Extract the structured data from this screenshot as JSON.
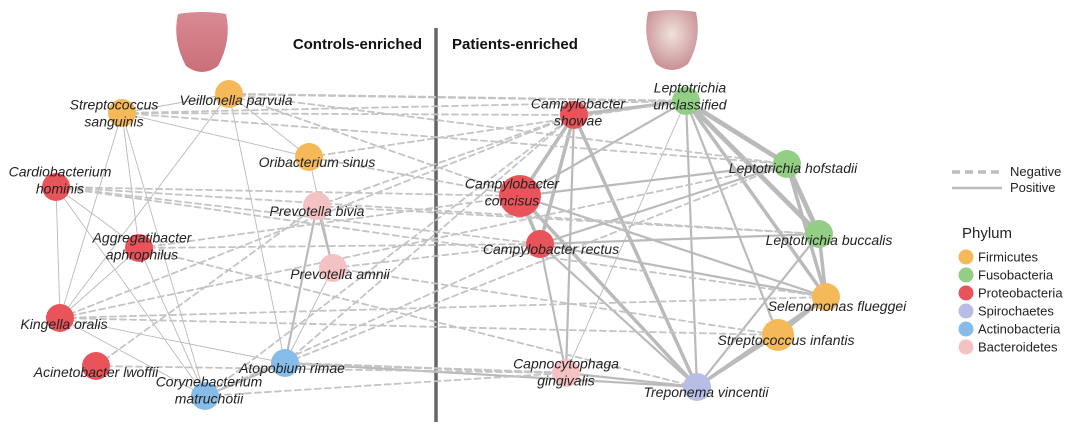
{
  "headers": {
    "left": "Controls-enriched",
    "right": "Patients-enriched"
  },
  "images": {
    "left": "healthy-tongue-photo",
    "right": "patient-tongue-photo"
  },
  "legend": {
    "edge_types": [
      {
        "key": "negative",
        "label": "Negative",
        "style": "dashed"
      },
      {
        "key": "positive",
        "label": "Positive",
        "style": "solid"
      }
    ],
    "phylum_title": "Phylum",
    "phyla": [
      {
        "key": "firmicutes",
        "label": "Firmicutes",
        "color": "#f5b95a"
      },
      {
        "key": "fusobacteria",
        "label": "Fusobacteria",
        "color": "#92cf85"
      },
      {
        "key": "proteobacteria",
        "label": "Proteobacteria",
        "color": "#e8545a"
      },
      {
        "key": "spirochaetes",
        "label": "Spirochaetes",
        "color": "#b8bde6"
      },
      {
        "key": "actinobacteria",
        "label": "Actinobacteria",
        "color": "#86bde8"
      },
      {
        "key": "bacteroidetes",
        "label": "Bacteroidetes",
        "color": "#f5c2c4"
      }
    ]
  },
  "nodes": [
    {
      "id": "streptococcus_sanguinis",
      "label": [
        "Streptococcus",
        "sanguinis"
      ],
      "phylum": "firmicutes",
      "size": "medium"
    },
    {
      "id": "veillonella_parvula",
      "label": [
        "Veillonella parvula"
      ],
      "phylum": "firmicutes",
      "size": "medium"
    },
    {
      "id": "oribacterium_sinus",
      "label": [
        "Oribacterium sinus"
      ],
      "phylum": "firmicutes",
      "size": "medium"
    },
    {
      "id": "cardiobacterium_hominis",
      "label": [
        "Cardiobacterium",
        "hominis"
      ],
      "phylum": "proteobacteria",
      "size": "medium"
    },
    {
      "id": "prevotella_bivia",
      "label": [
        "Prevotella bivia"
      ],
      "phylum": "bacteroidetes",
      "size": "medium"
    },
    {
      "id": "aggregatibacter_aphrophilus",
      "label": [
        "Aggregatibacter",
        "aphrophilus"
      ],
      "phylum": "proteobacteria",
      "size": "medium"
    },
    {
      "id": "prevotella_amnii",
      "label": [
        "Prevotella amnii"
      ],
      "phylum": "bacteroidetes",
      "size": "medium"
    },
    {
      "id": "kingella_oralis",
      "label": [
        "Kingella oralis"
      ],
      "phylum": "proteobacteria",
      "size": "medium"
    },
    {
      "id": "acinetobacter_lwoffii",
      "label": [
        "Acinetobacter lwoffii"
      ],
      "phylum": "proteobacteria",
      "size": "medium"
    },
    {
      "id": "atopobium_rimae",
      "label": [
        "Atopobium rimae"
      ],
      "phylum": "actinobacteria",
      "size": "medium"
    },
    {
      "id": "corynebacterium_matruchotii",
      "label": [
        "Corynebacterium",
        "matruchotii"
      ],
      "phylum": "actinobacteria",
      "size": "medium"
    },
    {
      "id": "campylobacter_showae",
      "label": [
        "Campylobacter",
        "showae"
      ],
      "phylum": "proteobacteria",
      "size": "medium"
    },
    {
      "id": "leptotrichia_unclassified",
      "label": [
        "Leptotrichia",
        "unclassified"
      ],
      "phylum": "fusobacteria",
      "size": "medium"
    },
    {
      "id": "leptotrichia_hofstadii",
      "label": [
        "Leptotrichia hofstadii"
      ],
      "phylum": "fusobacteria",
      "size": "medium"
    },
    {
      "id": "campylobacter_concisus",
      "label": [
        "Campylobacter",
        "concisus"
      ],
      "phylum": "proteobacteria",
      "size": "large"
    },
    {
      "id": "leptotrichia_buccalis",
      "label": [
        "Leptotrichia buccalis"
      ],
      "phylum": "fusobacteria",
      "size": "medium"
    },
    {
      "id": "campylobacter_rectus",
      "label": [
        "Campylobacter rectus"
      ],
      "phylum": "proteobacteria",
      "size": "medium"
    },
    {
      "id": "selenomonas_flueggei",
      "label": [
        "Selenomonas flueggei"
      ],
      "phylum": "firmicutes",
      "size": "medium"
    },
    {
      "id": "streptococcus_infantis",
      "label": [
        "Streptococcus infantis"
      ],
      "phylum": "firmicutes",
      "size": "large"
    },
    {
      "id": "capnocytophaga_gingivalis",
      "label": [
        "Capnocytophaga",
        "gingivalis"
      ],
      "phylum": "bacteroidetes",
      "size": "medium"
    },
    {
      "id": "treponema_vincentii",
      "label": [
        "Treponema vincentii"
      ],
      "phylum": "spirochaetes",
      "size": "medium"
    }
  ],
  "edges": [
    {
      "source": "streptococcus_sanguinis",
      "target": "veillonella_parvula",
      "type": "positive",
      "weight": 1
    },
    {
      "source": "streptococcus_sanguinis",
      "target": "oribacterium_sinus",
      "type": "positive",
      "weight": 1
    },
    {
      "source": "streptococcus_sanguinis",
      "target": "kingella_oralis",
      "type": "positive",
      "weight": 1
    },
    {
      "source": "streptococcus_sanguinis",
      "target": "aggregatibacter_aphrophilus",
      "type": "positive",
      "weight": 1
    },
    {
      "source": "streptococcus_sanguinis",
      "target": "corynebacterium_matruchotii",
      "type": "positive",
      "weight": 1
    },
    {
      "source": "veillonella_parvula",
      "target": "oribacterium_sinus",
      "type": "positive",
      "weight": 1
    },
    {
      "source": "veillonella_parvula",
      "target": "atopobium_rimae",
      "type": "positive",
      "weight": 1
    },
    {
      "source": "veillonella_parvula",
      "target": "kingella_oralis",
      "type": "positive",
      "weight": 1
    },
    {
      "source": "cardiobacterium_hominis",
      "target": "aggregatibacter_aphrophilus",
      "type": "positive",
      "weight": 1
    },
    {
      "source": "cardiobacterium_hominis",
      "target": "kingella_oralis",
      "type": "positive",
      "weight": 1
    },
    {
      "source": "cardiobacterium_hominis",
      "target": "corynebacterium_matruchotii",
      "type": "positive",
      "weight": 1
    },
    {
      "source": "aggregatibacter_aphrophilus",
      "target": "kingella_oralis",
      "type": "positive",
      "weight": 1
    },
    {
      "source": "aggregatibacter_aphrophilus",
      "target": "corynebacterium_matruchotii",
      "type": "positive",
      "weight": 1
    },
    {
      "source": "kingella_oralis",
      "target": "corynebacterium_matruchotii",
      "type": "positive",
      "weight": 1
    },
    {
      "source": "kingella_oralis",
      "target": "atopobium_rimae",
      "type": "positive",
      "weight": 1
    },
    {
      "source": "prevotella_bivia",
      "target": "prevotella_amnii",
      "type": "positive",
      "weight": 2
    },
    {
      "source": "prevotella_bivia",
      "target": "atopobium_rimae",
      "type": "positive",
      "weight": 2
    },
    {
      "source": "prevotella_amnii",
      "target": "atopobium_rimae",
      "type": "positive",
      "weight": 1
    },
    {
      "source": "atopobium_rimae",
      "target": "corynebacterium_matruchotii",
      "type": "positive",
      "weight": 2
    },
    {
      "source": "oribacterium_sinus",
      "target": "prevotella_amnii",
      "type": "positive",
      "weight": 1
    },
    {
      "source": "leptotrichia_unclassified",
      "target": "leptotrichia_hofstadii",
      "type": "positive",
      "weight": 4
    },
    {
      "source": "leptotrichia_unclassified",
      "target": "leptotrichia_buccalis",
      "type": "positive",
      "weight": 4
    },
    {
      "source": "leptotrichia_unclassified",
      "target": "selenomonas_flueggei",
      "type": "positive",
      "weight": 3
    },
    {
      "source": "leptotrichia_unclassified",
      "target": "campylobacter_showae",
      "type": "positive",
      "weight": 3
    },
    {
      "source": "leptotrichia_unclassified",
      "target": "campylobacter_concisus",
      "type": "positive",
      "weight": 2
    },
    {
      "source": "leptotrichia_unclassified",
      "target": "treponema_vincentii",
      "type": "positive",
      "weight": 2
    },
    {
      "source": "leptotrichia_unclassified",
      "target": "streptococcus_infantis",
      "type": "positive",
      "weight": 2
    },
    {
      "source": "leptotrichia_hofstadii",
      "target": "leptotrichia_buccalis",
      "type": "positive",
      "weight": 4
    },
    {
      "source": "leptotrichia_hofstadii",
      "target": "selenomonas_flueggei",
      "type": "positive",
      "weight": 3
    },
    {
      "source": "leptotrichia_hofstadii",
      "target": "campylobacter_concisus",
      "type": "positive",
      "weight": 2
    },
    {
      "source": "leptotrichia_hofstadii",
      "target": "campylobacter_rectus",
      "type": "positive",
      "weight": 2
    },
    {
      "source": "leptotrichia_buccalis",
      "target": "selenomonas_flueggei",
      "type": "positive",
      "weight": 3
    },
    {
      "source": "leptotrichia_buccalis",
      "target": "campylobacter_rectus",
      "type": "positive",
      "weight": 2
    },
    {
      "source": "leptotrichia_buccalis",
      "target": "treponema_vincentii",
      "type": "positive",
      "weight": 2
    },
    {
      "source": "campylobacter_showae",
      "target": "campylobacter_concisus",
      "type": "positive",
      "weight": 3
    },
    {
      "source": "campylobacter_showae",
      "target": "campylobacter_rectus",
      "type": "positive",
      "weight": 3
    },
    {
      "source": "campylobacter_showae",
      "target": "treponema_vincentii",
      "type": "positive",
      "weight": 3
    },
    {
      "source": "campylobacter_showae",
      "target": "capnocytophaga_gingivalis",
      "type": "positive",
      "weight": 2
    },
    {
      "source": "campylobacter_concisus",
      "target": "campylobacter_rectus",
      "type": "positive",
      "weight": 3
    },
    {
      "source": "campylobacter_concisus",
      "target": "treponema_vincentii",
      "type": "positive",
      "weight": 3
    },
    {
      "source": "campylobacter_concisus",
      "target": "selenomonas_flueggei",
      "type": "positive",
      "weight": 2
    },
    {
      "source": "campylobacter_rectus",
      "target": "treponema_vincentii",
      "type": "positive",
      "weight": 2
    },
    {
      "source": "campylobacter_rectus",
      "target": "capnocytophaga_gingivalis",
      "type": "positive",
      "weight": 2
    },
    {
      "source": "campylobacter_rectus",
      "target": "selenomonas_flueggei",
      "type": "positive",
      "weight": 2
    },
    {
      "source": "selenomonas_flueggei",
      "target": "streptococcus_infantis",
      "type": "positive",
      "weight": 3
    },
    {
      "source": "selenomonas_flueggei",
      "target": "treponema_vincentii",
      "type": "positive",
      "weight": 3
    },
    {
      "source": "streptococcus_infantis",
      "target": "treponema_vincentii",
      "type": "positive",
      "weight": 2
    },
    {
      "source": "capnocytophaga_gingivalis",
      "target": "treponema_vincentii",
      "type": "positive",
      "weight": 2
    },
    {
      "source": "leptotrichia_unclassified",
      "target": "capnocytophaga_gingivalis",
      "type": "positive",
      "weight": 1
    },
    {
      "source": "atopobium_rimae",
      "target": "treponema_vincentii",
      "type": "positive",
      "weight": 2
    },
    {
      "source": "veillonella_parvula",
      "target": "leptotrichia_unclassified",
      "type": "negative",
      "weight": 2
    },
    {
      "source": "streptococcus_sanguinis",
      "target": "leptotrichia_unclassified",
      "type": "negative",
      "weight": 1
    },
    {
      "source": "streptococcus_sanguinis",
      "target": "campylobacter_showae",
      "type": "negative",
      "weight": 1
    },
    {
      "source": "streptococcus_sanguinis",
      "target": "leptotrichia_hofstadii",
      "type": "negative",
      "weight": 1
    },
    {
      "source": "veillonella_parvula",
      "target": "campylobacter_concisus",
      "type": "negative",
      "weight": 1
    },
    {
      "source": "veillonella_parvula",
      "target": "leptotrichia_hofstadii",
      "type": "negative",
      "weight": 1
    },
    {
      "source": "cardiobacterium_hominis",
      "target": "campylobacter_concisus",
      "type": "negative",
      "weight": 1
    },
    {
      "source": "cardiobacterium_hominis",
      "target": "campylobacter_rectus",
      "type": "negative",
      "weight": 1
    },
    {
      "source": "cardiobacterium_hominis",
      "target": "selenomonas_flueggei",
      "type": "negative",
      "weight": 1
    },
    {
      "source": "cardiobacterium_hominis",
      "target": "leptotrichia_buccalis",
      "type": "negative",
      "weight": 1
    },
    {
      "source": "kingella_oralis",
      "target": "campylobacter_showae",
      "type": "negative",
      "weight": 1
    },
    {
      "source": "kingella_oralis",
      "target": "streptococcus_infantis",
      "type": "negative",
      "weight": 1
    },
    {
      "source": "kingella_oralis",
      "target": "selenomonas_flueggei",
      "type": "negative",
      "weight": 1
    },
    {
      "source": "kingella_oralis",
      "target": "leptotrichia_hofstadii",
      "type": "negative",
      "weight": 1
    },
    {
      "source": "aggregatibacter_aphrophilus",
      "target": "campylobacter_rectus",
      "type": "negative",
      "weight": 1
    },
    {
      "source": "aggregatibacter_aphrophilus",
      "target": "treponema_vincentii",
      "type": "negative",
      "weight": 1
    },
    {
      "source": "aggregatibacter_aphrophilus",
      "target": "campylobacter_concisus",
      "type": "negative",
      "weight": 1
    },
    {
      "source": "oribacterium_sinus",
      "target": "campylobacter_concisus",
      "type": "negative",
      "weight": 1
    },
    {
      "source": "oribacterium_sinus",
      "target": "leptotrichia_unclassified",
      "type": "negative",
      "weight": 1
    },
    {
      "source": "prevotella_bivia",
      "target": "campylobacter_showae",
      "type": "negative",
      "weight": 1
    },
    {
      "source": "prevotella_bivia",
      "target": "leptotrichia_buccalis",
      "type": "negative",
      "weight": 1
    },
    {
      "source": "prevotella_amnii",
      "target": "campylobacter_rectus",
      "type": "negative",
      "weight": 1
    },
    {
      "source": "prevotella_amnii",
      "target": "streptococcus_infantis",
      "type": "negative",
      "weight": 1
    },
    {
      "source": "atopobium_rimae",
      "target": "capnocytophaga_gingivalis",
      "type": "negative",
      "weight": 2
    },
    {
      "source": "atopobium_rimae",
      "target": "campylobacter_showae",
      "type": "negative",
      "weight": 1
    },
    {
      "source": "atopobium_rimae",
      "target": "leptotrichia_hofstadii",
      "type": "negative",
      "weight": 1
    },
    {
      "source": "acinetobacter_lwoffii",
      "target": "capnocytophaga_gingivalis",
      "type": "negative",
      "weight": 1
    },
    {
      "source": "corynebacterium_matruchotii",
      "target": "campylobacter_rectus",
      "type": "negative",
      "weight": 1
    },
    {
      "source": "corynebacterium_matruchotii",
      "target": "capnocytophaga_gingivalis",
      "type": "negative",
      "weight": 1
    },
    {
      "source": "corynebacterium_matruchotii",
      "target": "campylobacter_showae",
      "type": "negative",
      "weight": 1
    },
    {
      "source": "acinetobacter_lwoffii",
      "target": "prevotella_bivia",
      "type": "negative",
      "weight": 1
    }
  ]
}
